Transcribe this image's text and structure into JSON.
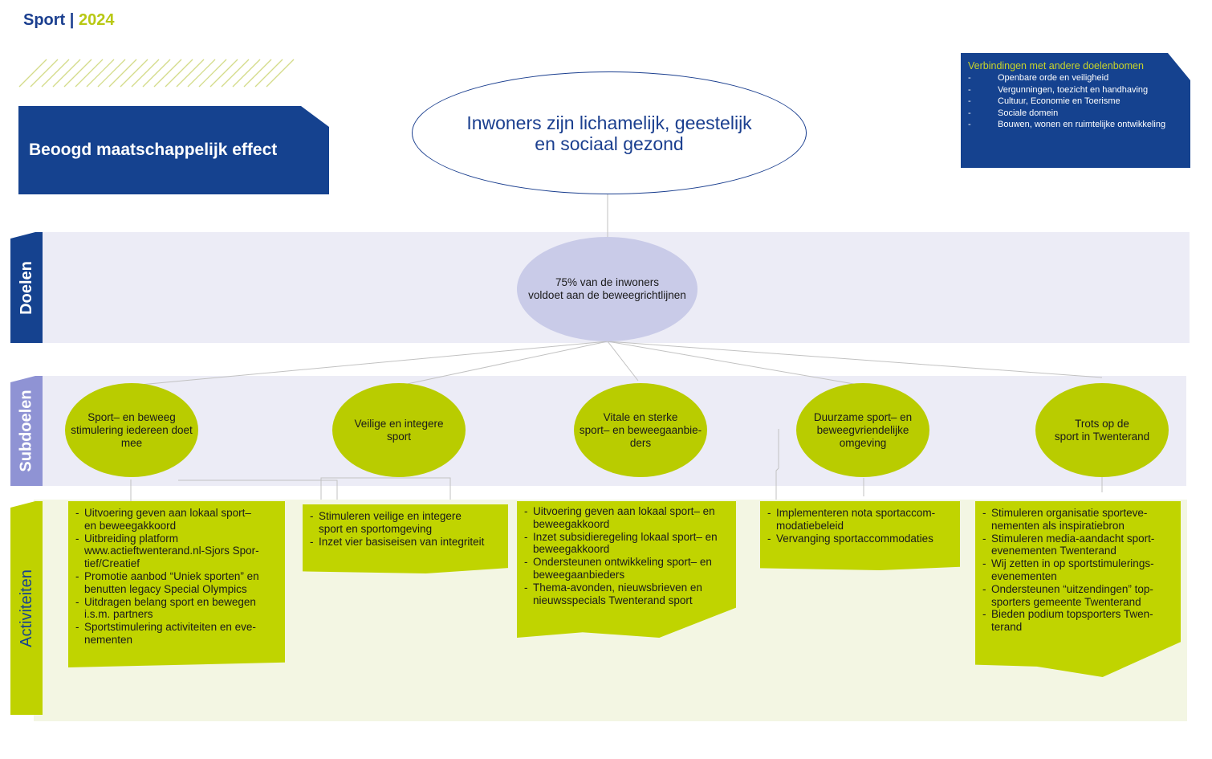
{
  "header": {
    "title": "Sport",
    "separator": "|",
    "year": "2024"
  },
  "effect": {
    "label": "Beoogd maatschappelijk effect"
  },
  "main_goal": {
    "line1": "Inwoners zijn lichamelijk, geestelijk",
    "line2": "en sociaal gezond"
  },
  "connections": {
    "title": "Verbindingen met andere doelenbomen",
    "items": [
      "Openbare orde en veiligheid",
      "Vergunningen, toezicht en handhaving",
      "Cultuur, Economie en Toerisme",
      "Sociale domein",
      "Bouwen, wonen en ruimtelijke ontwikkeling"
    ]
  },
  "sections": {
    "doelen": "Doelen",
    "subdoelen": "Subdoelen",
    "activiteiten": "Activiteiten"
  },
  "goal": {
    "line1": "75% van de inwoners",
    "line2": "voldoet aan de beweegrichtlijnen"
  },
  "subgoals": [
    {
      "lines": [
        "Sport– en beweeg",
        "stimulering iedereen doet",
        "mee"
      ]
    },
    {
      "lines": [
        "Veilige en integere",
        "sport"
      ]
    },
    {
      "lines": [
        "Vitale en sterke",
        "sport– en beweegaanbie-",
        "ders"
      ]
    },
    {
      "lines": [
        "Duurzame sport– en",
        "beweegvriendelijke",
        "omgeving"
      ]
    },
    {
      "lines": [
        "Trots op de",
        "sport in Twenterand"
      ]
    }
  ],
  "activities": [
    {
      "items": [
        [
          "Uitvoering geven aan lokaal sport–",
          "en beweegakkoord"
        ],
        [
          "Uitbreiding platform",
          "www.actieftwenterand.nl-Sjors Spor-",
          "tief/Creatief"
        ],
        [
          "Promotie aanbod “Uniek sporten” en",
          "benutten legacy Special Olympics"
        ],
        [
          "Uitdragen belang sport en bewegen",
          "i.s.m. partners"
        ],
        [
          "Sportstimulering activiteiten en eve-",
          "nementen"
        ]
      ]
    },
    {
      "items": [
        [
          "Stimuleren veilige en integere",
          "sport en sportomgeving"
        ],
        [
          "Inzet vier basiseisen van integriteit"
        ]
      ]
    },
    {
      "items": [
        [
          "Uitvoering geven aan lokaal sport– en",
          "beweegakkoord"
        ],
        [
          "Inzet subsidieregeling lokaal sport– en",
          "beweegakkoord"
        ],
        [
          "Ondersteunen ontwikkeling sport– en",
          "beweegaanbieders"
        ],
        [
          "Thema-avonden, nieuwsbrieven en",
          "nieuwsspecials Twenterand sport"
        ]
      ]
    },
    {
      "items": [
        [
          "Implementeren nota sportaccom-",
          "modatiebeleid"
        ],
        [
          "Vervanging sportaccommodaties"
        ]
      ]
    },
    {
      "items": [
        [
          "Stimuleren organisatie sporteve-",
          "nementen als inspiratiebron"
        ],
        [
          "Stimuleren media-aandacht sport-",
          "evenementen Twenterand"
        ],
        [
          "Wij zetten in op sportstimulerings-",
          "evenementen"
        ],
        [
          "Ondersteunen “uitzendingen” top-",
          "sporters gemeente Twenterand"
        ],
        [
          "Bieden podium topsporters Twen-",
          "terand"
        ]
      ]
    }
  ],
  "colors": {
    "navy": "#15428f",
    "lime": "#b9cc00",
    "lavender": "#c9cbe8",
    "band": "#ececf6"
  }
}
